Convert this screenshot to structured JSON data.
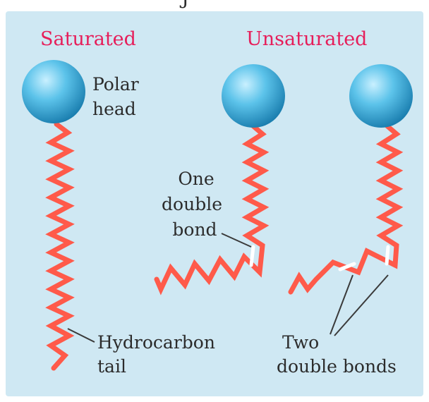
{
  "colors": {
    "background": "#ffffff",
    "panel": "#cfe8f3",
    "heading": "#e61e5a",
    "chain": "#ff5a4a",
    "head": "#37a7d5",
    "text": "#2c2c2c",
    "leader": "#3a3a3a"
  },
  "headings": {
    "saturated": "Saturated",
    "unsaturated": "Unsaturated"
  },
  "labels": {
    "polar_head": [
      "Polar",
      "head"
    ],
    "hydrocarbon_tail": [
      "Hydrocarbon",
      "tail"
    ],
    "one_double_bond": [
      "One",
      "double",
      "bond"
    ],
    "two_double_bonds": [
      "Two",
      "double bonds"
    ]
  },
  "top_glyph": "J"
}
